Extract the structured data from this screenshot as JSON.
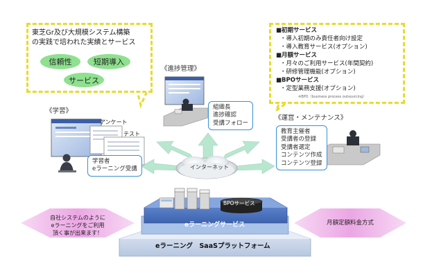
{
  "top_left_box": {
    "title_line1": "東芝Gr及び大規模システム構築",
    "title_line2": "の実践で培われた実績とサービス",
    "pills": [
      "信頼性",
      "短期導入",
      "サービス"
    ]
  },
  "top_right_box": {
    "groups": [
      {
        "head": "■初期サービス",
        "items": [
          "・導入初期のみ責任者向け設定",
          "・導入教育サービス(オプション)"
        ]
      },
      {
        "head": "■月額サービス",
        "items": [
          "・月々のご利用サービス(年間契約)",
          "・研修管理機能(オプション)"
        ]
      },
      {
        "head": "■BPOサービス",
        "items": [
          "・定型業務支援(オプション)"
        ]
      }
    ],
    "footnote": "※BPO（business process outsourcing）"
  },
  "sections": {
    "learning": {
      "title": "《学習》",
      "label_survey": "アンケート",
      "label_test": "テスト",
      "callout": [
        "学習者",
        "eラーニング受講"
      ]
    },
    "progress": {
      "title": "《進捗管理》",
      "callout": [
        "組織長",
        "進捗確認",
        "受講フォロー"
      ]
    },
    "operations": {
      "title": "《運営・メンテナンス》",
      "callout": [
        "教育主催者",
        "受講者の登録",
        "受講者選定",
        "コンテンツ作成",
        "コンテンツ登録"
      ]
    }
  },
  "internet_label": "インターネット",
  "platform": {
    "bpo_label": "BPOサービス",
    "service_label": "eラーニングサービス",
    "platform_label": "eラーニング　SaaSプラットフォーム"
  },
  "left_diamond": [
    "自社システムのように",
    "eラーニングをご利用",
    "頂く事が出来ます！"
  ],
  "right_diamond": "月額定額料金方式",
  "colors": {
    "dash_yellow": "#e6dc2a",
    "pill_green": "#8fe08f",
    "callout_border": "#3a8fd0",
    "arrow_green": "#b9e6cf",
    "platform_top": "#4f79c8",
    "platform_mid": "#a9c2e8",
    "platform_base": "#c9d6ea",
    "diamond_pink": "#f1b9ec"
  }
}
